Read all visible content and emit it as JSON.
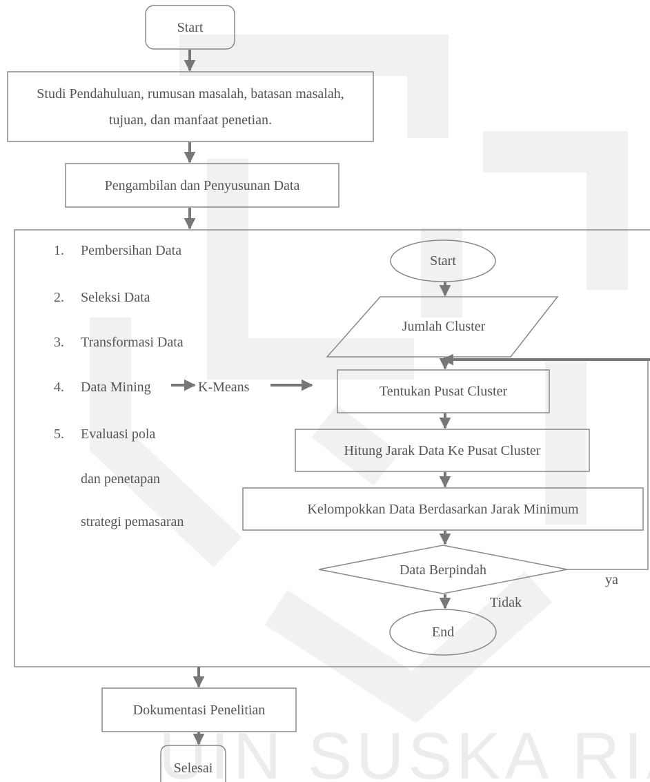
{
  "watermark": {
    "text": "UIN SUSKA RIAU",
    "color": "#eeeeee"
  },
  "flow": {
    "start": "Start",
    "step1": "Studi Pendahuluan, rumusan masalah, batasan masalah, tujuan, dan manfaat penetian.",
    "step2": "Pengambilan dan Penyusunan Data",
    "step3": "Dokumentasi Penelitian",
    "end": "Selesai"
  },
  "process": {
    "items": [
      {
        "number": "1.",
        "label": "Pembersihan Data"
      },
      {
        "number": "2.",
        "label": "Seleksi Data"
      },
      {
        "number": "3.",
        "label": "Transformasi Data"
      },
      {
        "number": "4.",
        "label": "Data Mining"
      },
      {
        "number": "5.",
        "label": "Evaluasi pola"
      }
    ],
    "item5_line2": "dan penetapan",
    "item5_line3": "strategi pemasaran",
    "method": "K-Means"
  },
  "kmeans": {
    "start": "Start",
    "input": "Jumlah Cluster",
    "step1": "Tentukan Pusat Cluster",
    "step2": "Hitung Jarak Data Ke Pusat Cluster",
    "step3": "Kelompokkan Data Berdasarkan Jarak Minimum",
    "decision": "Data Berpindah",
    "yes": "ya",
    "no": "Tidak",
    "end": "End"
  },
  "colors": {
    "line": "#888888",
    "text": "#555555",
    "arrow": "#777777"
  }
}
